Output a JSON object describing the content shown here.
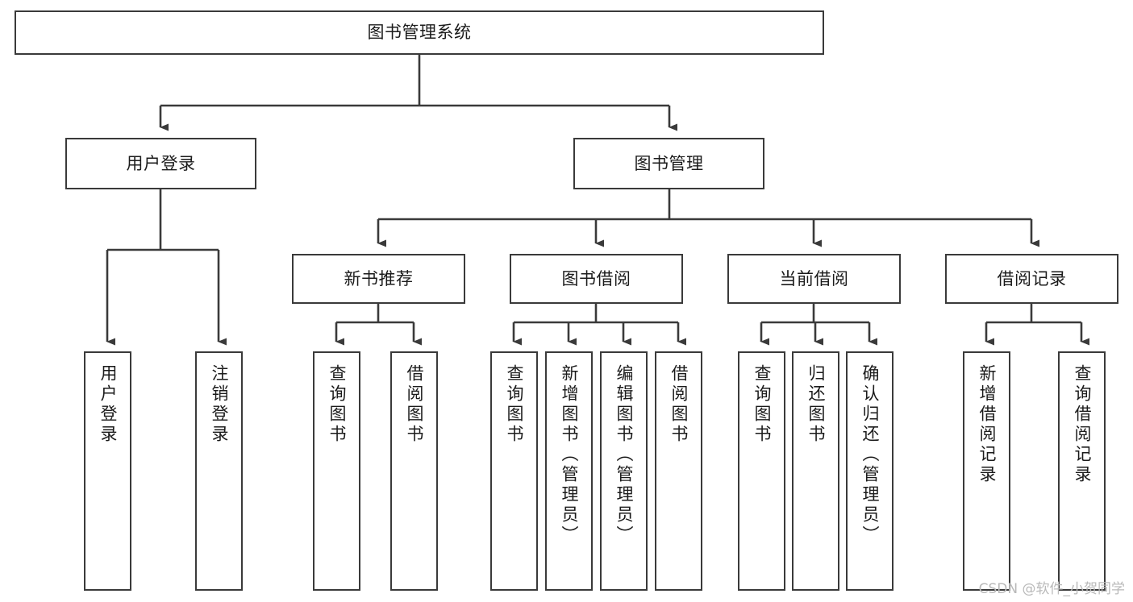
{
  "diagram": {
    "title": "图书管理系统",
    "type": "tree-structure-chart",
    "stroke_color": "#3a3a3a",
    "fill_color": "#ffffff",
    "text_color": "#1b1b1b",
    "root": {
      "label": "图书管理系统"
    },
    "level2": [
      {
        "label": "用户登录"
      },
      {
        "label": "图书管理"
      }
    ],
    "level3": [
      {
        "label": "新书推荐"
      },
      {
        "label": "图书借阅"
      },
      {
        "label": "当前借阅"
      },
      {
        "label": "借阅记录"
      }
    ],
    "leaves": {
      "user_login": [
        {
          "label": "用户登录"
        },
        {
          "label": "注销登录"
        }
      ],
      "new_book_recommend": [
        {
          "label": "查询图书"
        },
        {
          "label": "借阅图书"
        }
      ],
      "book_borrow": [
        {
          "label": "查询图书"
        },
        {
          "label": "新增图书（管理员）"
        },
        {
          "label": "编辑图书（管理员）"
        },
        {
          "label": "借阅图书"
        }
      ],
      "current_borrow": [
        {
          "label": "查询图书"
        },
        {
          "label": "归还图书"
        },
        {
          "label": "确认归还（管理员）"
        }
      ],
      "borrow_record": [
        {
          "label": "新增借阅记录"
        },
        {
          "label": "查询借阅记录"
        }
      ]
    }
  },
  "watermark": {
    "text": "CSDN @软件_小贺同学"
  }
}
